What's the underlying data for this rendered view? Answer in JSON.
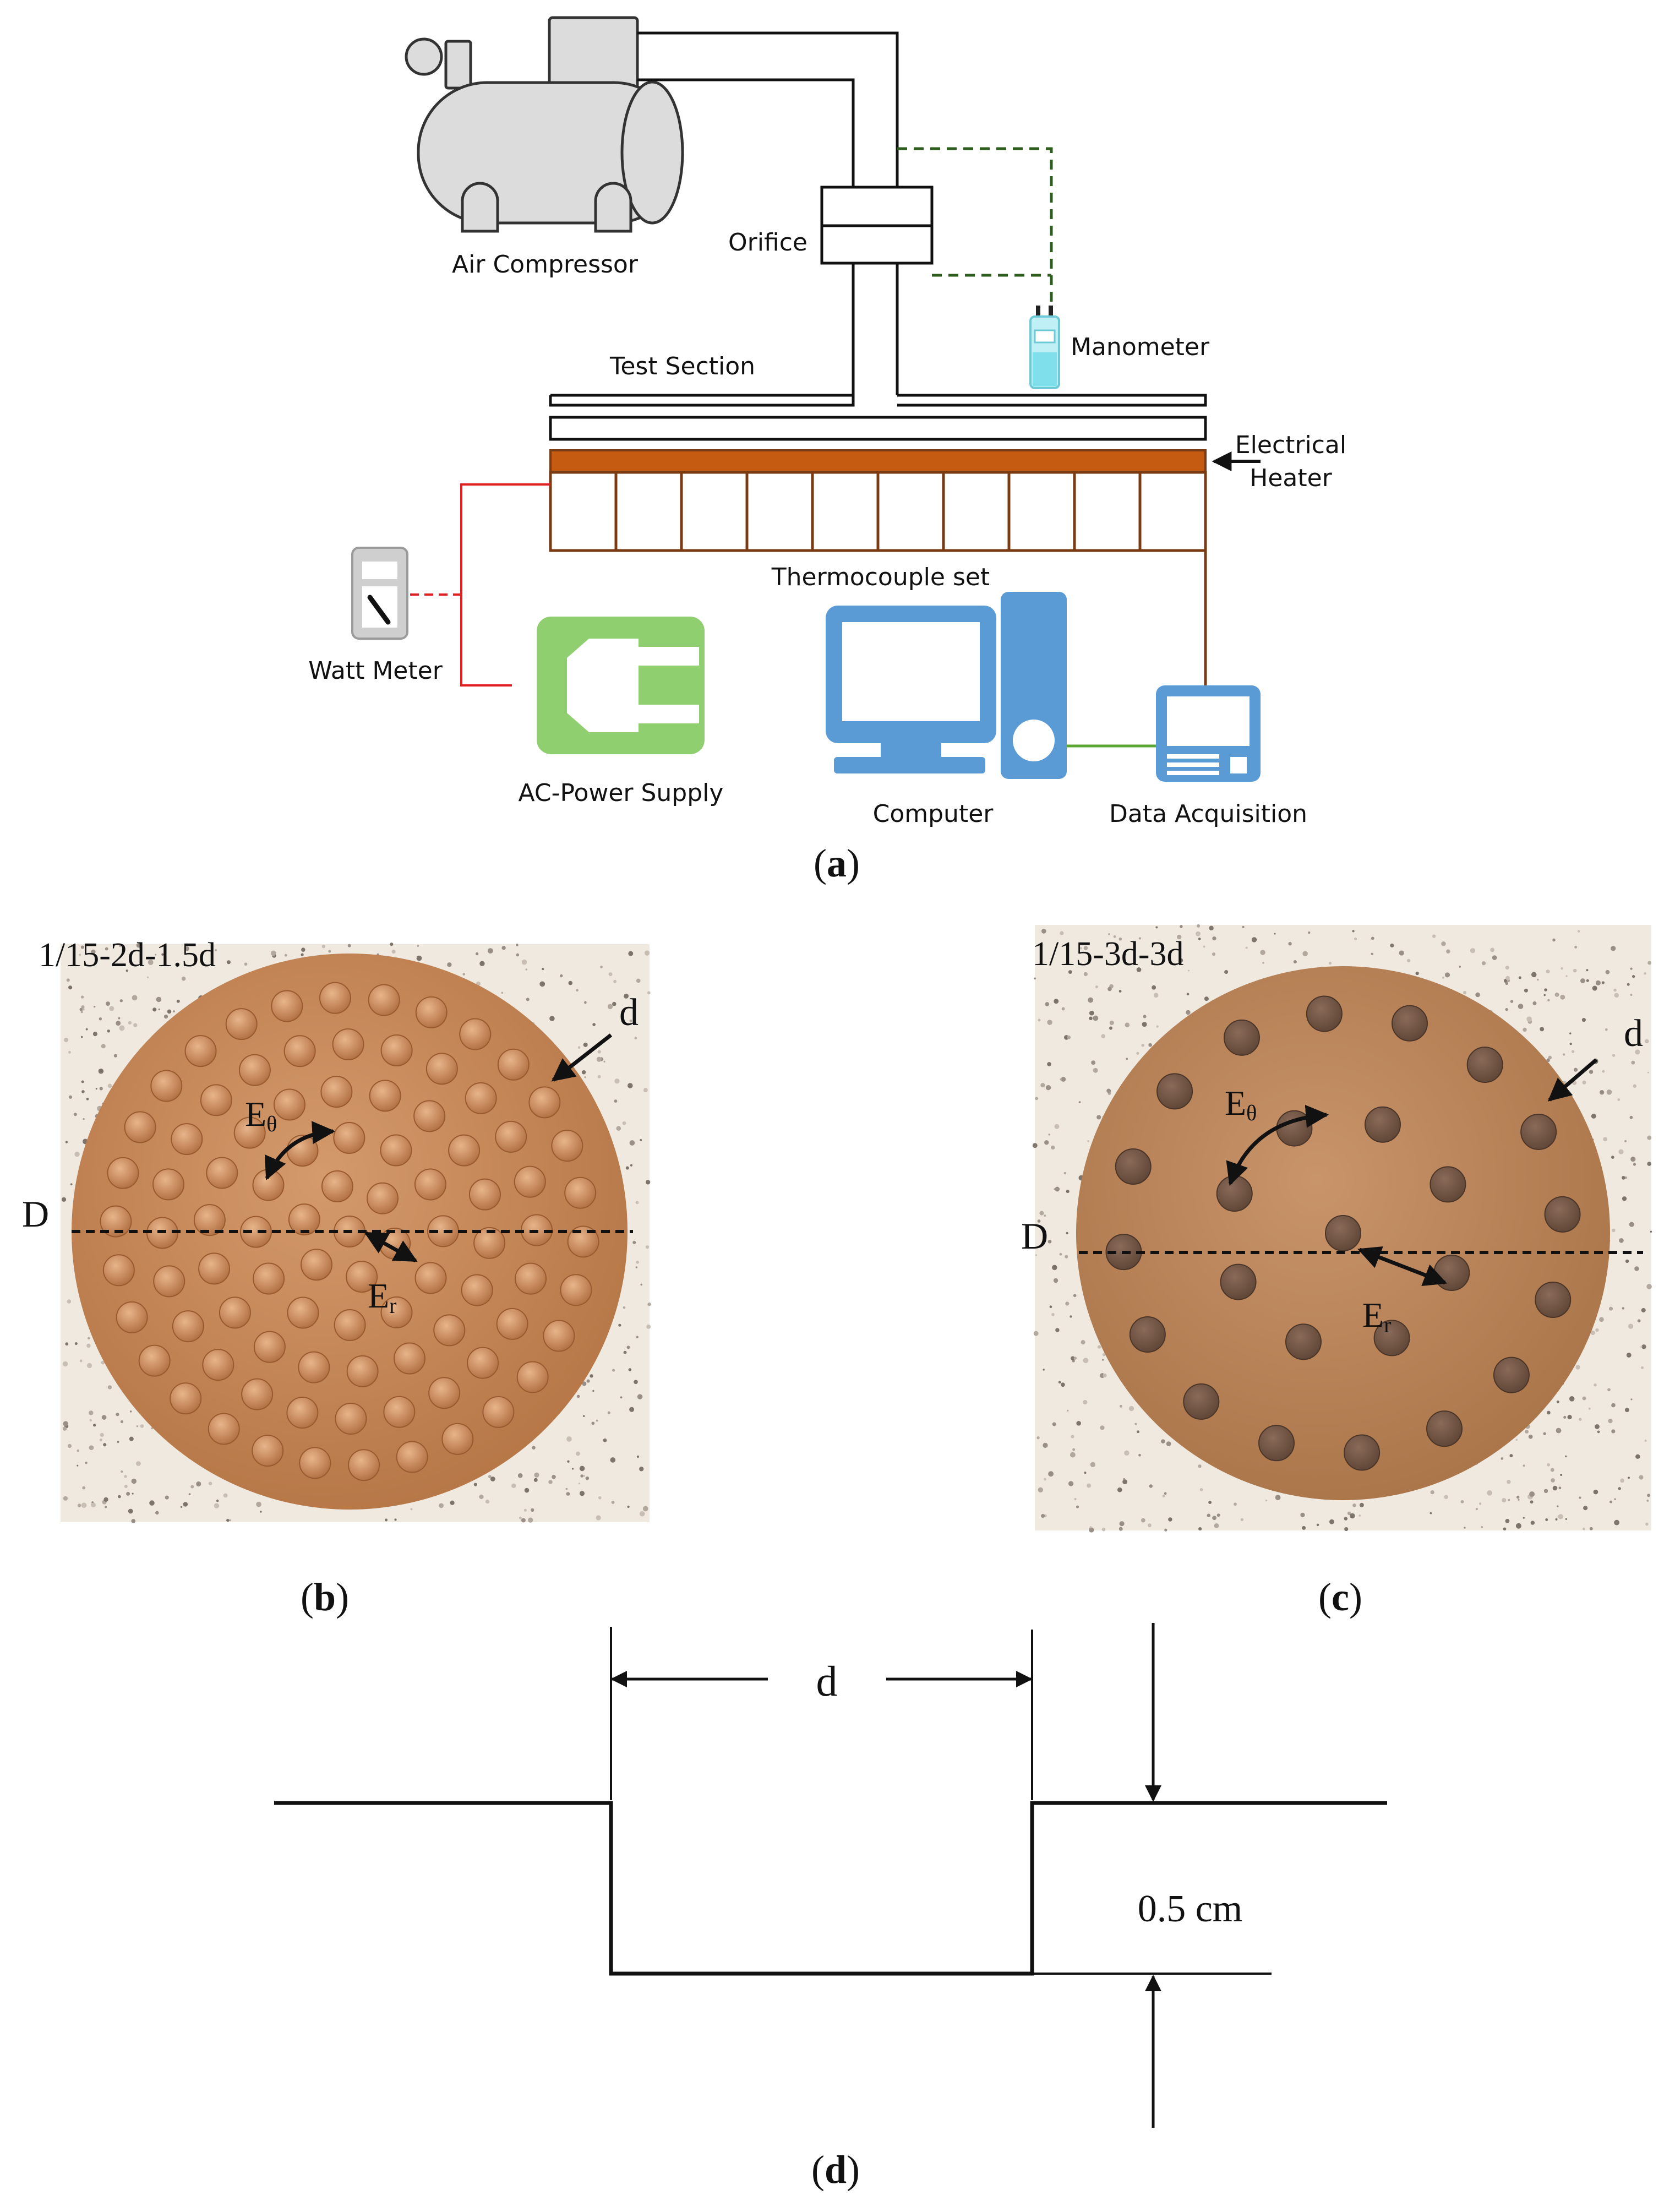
{
  "panel_a": {
    "caption_letter": "a",
    "labels": {
      "air_compressor": "Air Compressor",
      "orifice": "Orifice",
      "manometer": "Manometer",
      "test_section": "Test Section",
      "electrical_heater_line1": "Electrical",
      "electrical_heater_line2": "Heater",
      "thermocouple_set": "Thermocouple set",
      "watt_meter": "Watt Meter",
      "ac_power_supply": "AC-Power Supply",
      "computer": "Computer",
      "data_acquisition": "Data Acquisition"
    },
    "thermocouple_cells": 10,
    "colors": {
      "heater": "#c55a11",
      "thermocouple": "#7a3b12",
      "power_wire": "#e02020",
      "signal_wire": "#5aa832",
      "pressure_line": "#2e5e1e",
      "computer_blue": "#5b9bd5",
      "power_green": "#8fcf6f",
      "compressor_gray": "#dcdcdc"
    }
  },
  "panel_b": {
    "caption_letter": "b",
    "title": "1/15-2d-1.5d",
    "label_d": "d",
    "label_D": "D",
    "label_Etheta_main": "E",
    "label_Etheta_sub": "θ",
    "label_Er_main": "E",
    "label_Er_sub": "r"
  },
  "panel_c": {
    "caption_letter": "c",
    "title": "1/15-3d-3d",
    "label_d": "d",
    "label_D": "D",
    "label_Etheta_main": "E",
    "label_Etheta_sub": "θ",
    "label_Er_main": "E",
    "label_Er_sub": "r"
  },
  "panel_d": {
    "caption_letter": "d",
    "label_d": "d",
    "depth_label": "0.5 cm"
  },
  "colors": {
    "copper": "#c98a5c",
    "copper_dark": "#a86a40",
    "speckle_bg": "#efe9e0"
  }
}
